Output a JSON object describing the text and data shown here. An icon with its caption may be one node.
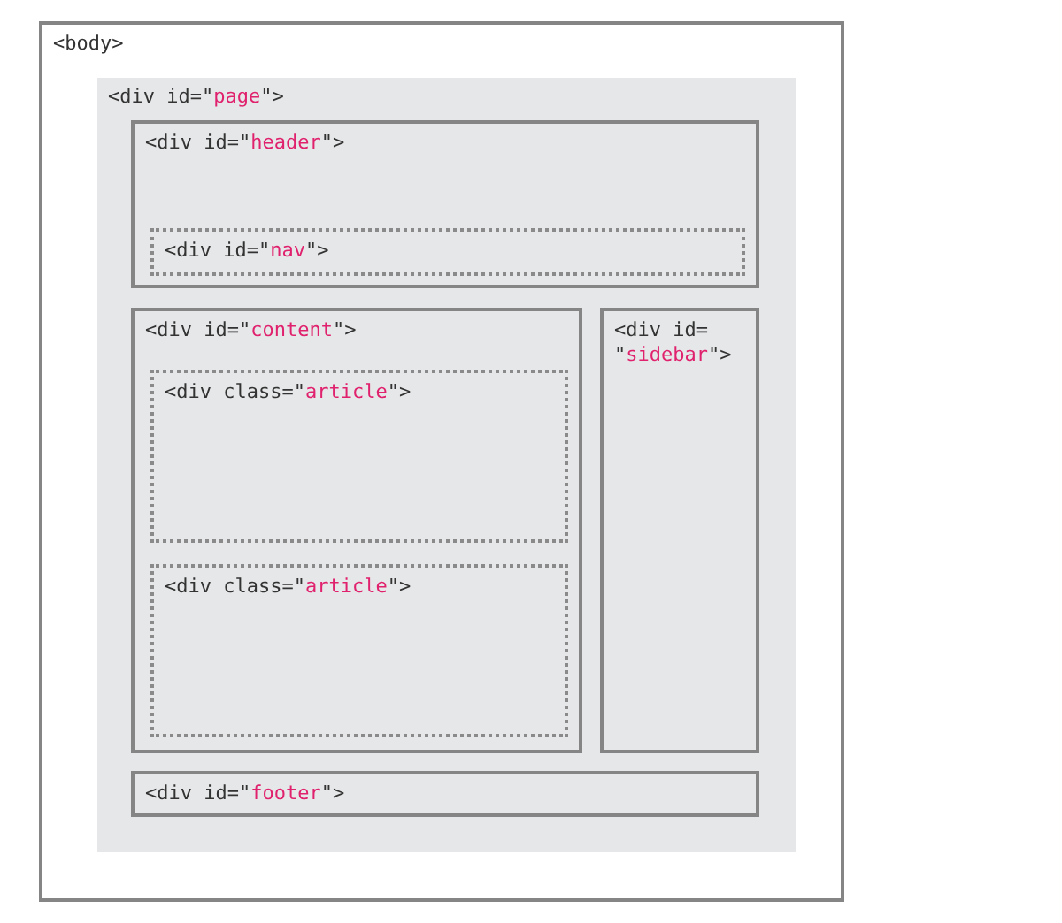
{
  "diagram": {
    "nodes": [
      {
        "text": [
          "<body>"
        ]
      },
      {
        "text": [
          "<div id=\"page\">"
        ],
        "in": 0
      },
      {
        "text": [
          "<div id=\"header\">"
        ],
        "in": 1
      },
      {
        "text": [
          "<div id=\"nav\">"
        ],
        "in": 2
      },
      {
        "text": [
          "<div id=\"content\">"
        ],
        "in": 1
      },
      {
        "text": [
          "<div class=\"article\">"
        ],
        "in": 4
      },
      {
        "text": [
          "<div class=\"article\">"
        ],
        "in": 4
      },
      {
        "text": [
          "<div id= \"sidebar\">"
        ],
        "in": 1
      },
      {
        "text": [
          "<div id=\"footer\">"
        ],
        "in": 1
      }
    ]
  }
}
